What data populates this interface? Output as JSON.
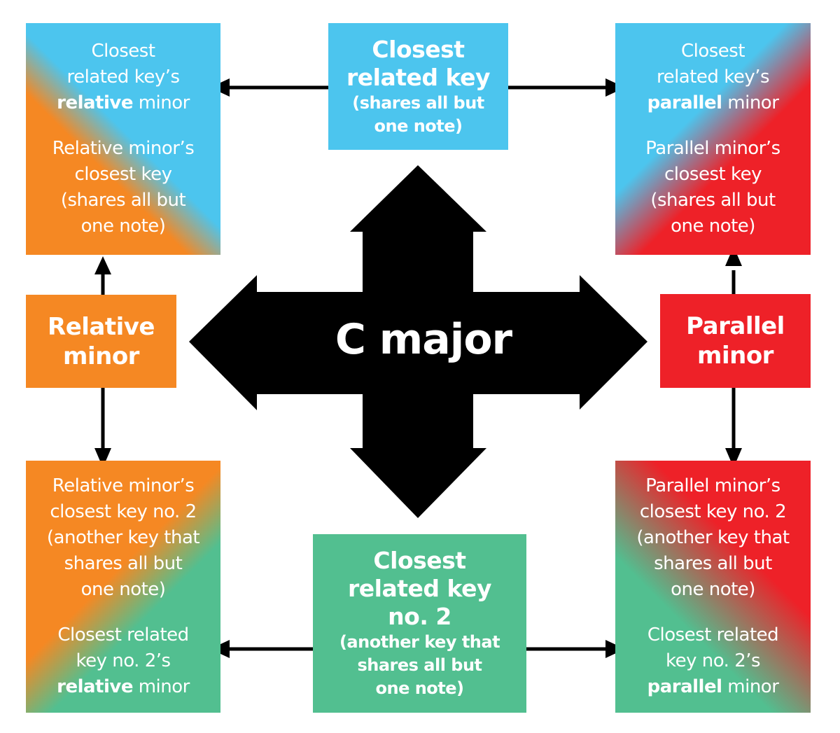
{
  "center": {
    "label": "C major"
  },
  "colors": {
    "blue": "#4cc5ee",
    "orange": "#f58823",
    "red": "#ee2128",
    "green": "#52bf90",
    "arrow": "#000000"
  },
  "boxes": {
    "top_left": {
      "line1": "Closest",
      "line2": "related key’s",
      "line3_bold": "relative",
      "line3_rest": " minor",
      "para2": [
        "Relative minor’s",
        "closest key",
        "(shares all but",
        "one note)"
      ]
    },
    "top_center": {
      "title": [
        "Closest",
        "related key"
      ],
      "sub": [
        "(shares all but",
        "one note)"
      ]
    },
    "top_right": {
      "line1": "Closest",
      "line2": "related key’s",
      "line3_bold": "parallel",
      "line3_rest": " minor",
      "para2": [
        "Parallel minor’s",
        "closest key",
        "(shares all but",
        "one note)"
      ]
    },
    "mid_left": {
      "title": [
        "Relative",
        "minor"
      ]
    },
    "mid_right": {
      "title": [
        "Parallel",
        "minor"
      ]
    },
    "bottom_left": {
      "para1": [
        "Relative minor’s",
        "closest key no. 2",
        "(another key that",
        "shares all but",
        "one note)"
      ],
      "line1": "Closest related",
      "line2": "key no. 2’s",
      "line3_bold": "relative",
      "line3_rest": " minor"
    },
    "bottom_center": {
      "title": [
        "Closest",
        "related key",
        "no. 2"
      ],
      "sub": [
        "(another key that",
        "shares all but",
        "one note)"
      ]
    },
    "bottom_right": {
      "para1": [
        "Parallel minor’s",
        "closest key no. 2",
        "(another key that",
        "shares all but",
        "one note)"
      ],
      "line1": "Closest related",
      "line2": "key no. 2’s",
      "line3_bold": "parallel",
      "line3_rest": " minor"
    }
  }
}
